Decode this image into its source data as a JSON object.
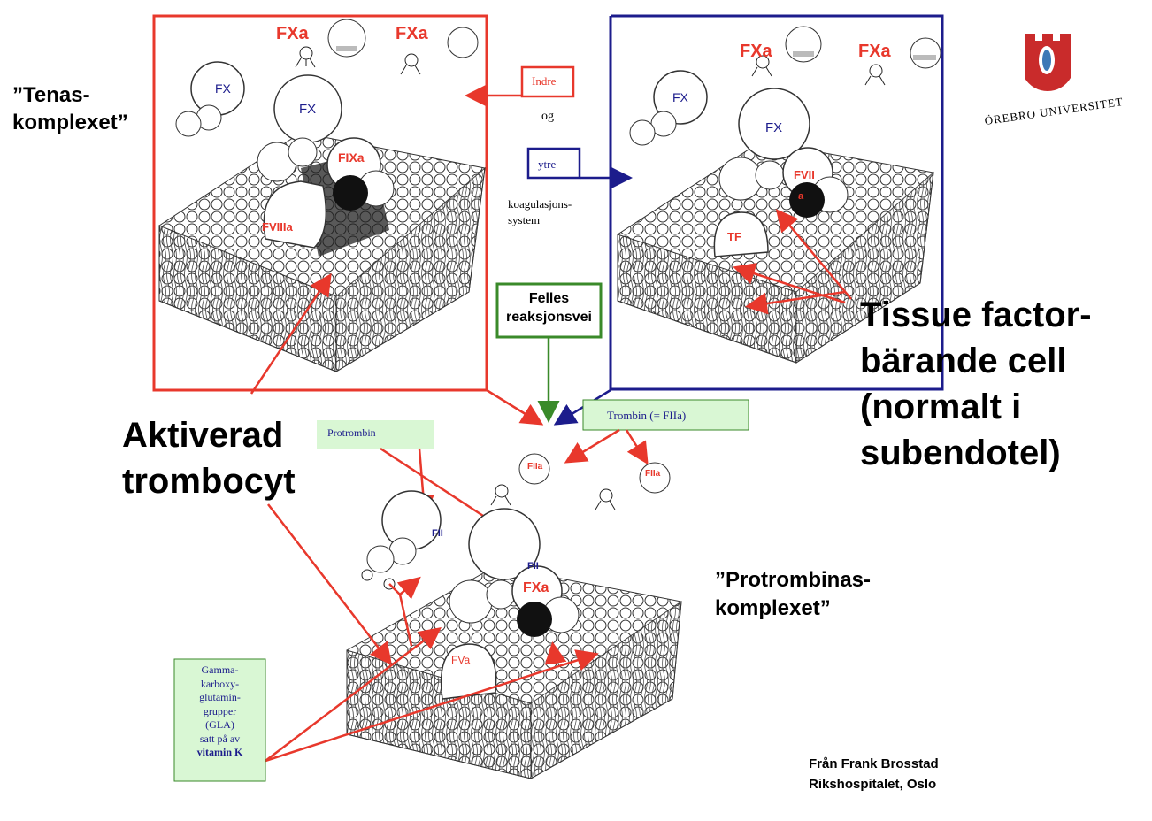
{
  "colors": {
    "red": "#e8382c",
    "navy": "#1c1c8c",
    "green": "#3a8a2a",
    "lightgreen": "#d9f7d4",
    "logo_red": "#c92b2b"
  },
  "left_title": {
    "line1": "”Tenas-",
    "line2": "komplexet”"
  },
  "right_title": {
    "line1": "”Protrombinas-",
    "line2": "komplexet”"
  },
  "tf_cell": {
    "line1": "Tissue factor-",
    "line2": "bärande cell",
    "line3": "(normalt i",
    "line4": "subendotel)"
  },
  "platelet": {
    "line1": "Aktiverad",
    "line2": "trombocyt"
  },
  "pathway": {
    "indre": "Indre",
    "og": "og",
    "ytre": "ytre",
    "koag1": "koagulasjons-",
    "koag2": "system",
    "felles1": "Felles",
    "felles2": "reaksjonsvei"
  },
  "thrombin_box": "Trombin (= FIIa)",
  "prothrombin_box": "Protrombin",
  "gla_box": {
    "l1": "Gamma-",
    "l2": "karboxy-",
    "l3": "glutamin-",
    "l4": "grupper",
    "l5": "(GLA)",
    "l6": "satt på av",
    "l7": "vitamin K"
  },
  "credit": {
    "line1": "Från Frank Brosstad",
    "line2": "Rikshospitalet, Oslo"
  },
  "logo": {
    "text": "ÖREBRO UNIVERSITET"
  },
  "tenase": {
    "fxa1": "FXa",
    "fxa2": "FXa",
    "fx_small": "FX",
    "fx_big": "FX",
    "fixa": "FIXa",
    "fviiia": "FVIIIa"
  },
  "tf_panel": {
    "fxa1": "FXa",
    "fxa2": "FXa",
    "fx_small": "FX",
    "fx_big": "FX",
    "fvii": "FVII",
    "a": "a",
    "tf": "TF"
  },
  "prothrombinase": {
    "fiia1": "FIIa",
    "fiia2": "FIIa",
    "fii1": "FII",
    "fii2": "FII",
    "fxa": "FXa",
    "fva": "FVa"
  }
}
